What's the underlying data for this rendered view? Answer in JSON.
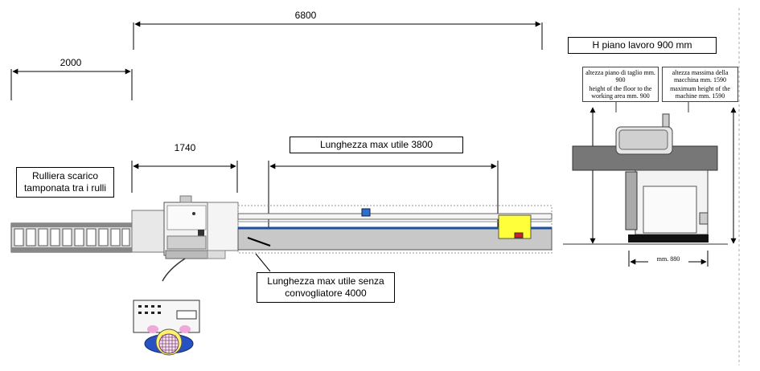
{
  "dimensions": {
    "overall": "6800",
    "rollers": "2000",
    "saw": "1740",
    "max_useful_length": "Lunghezza max utile 3800"
  },
  "labels": {
    "roller_line": "Rulliera scarico tamponata tra i rulli",
    "max_without_conveyor": "Lunghezza max utile senza convogliatore 4000",
    "work_height": "H piano lavoro 900 mm"
  },
  "side_view": {
    "cut_height_it": "altezza piano di taglio mm. 900",
    "cut_height_en": "height of the floor to the working area mm. 900",
    "max_height_it": "altezza massima della macchina mm. 1590",
    "max_height_en": "maximum height of the machine mm. 1590",
    "width_label": "mm. 880"
  }
}
